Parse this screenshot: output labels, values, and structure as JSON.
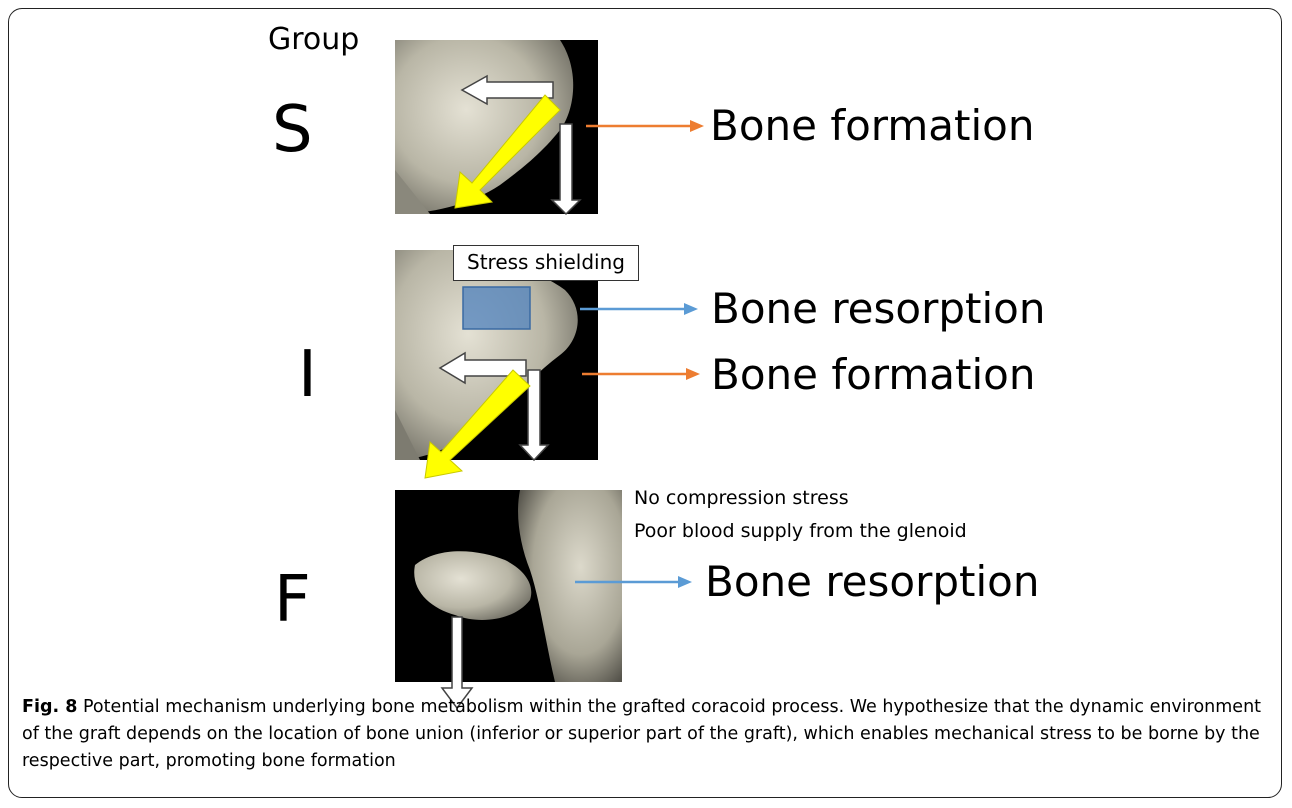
{
  "figure": {
    "group_header": "Group",
    "rows": [
      {
        "group": "S",
        "labels": [
          "Bone formation"
        ]
      },
      {
        "group": "I",
        "callout": "Stress shielding",
        "labels": [
          "Bone resorption",
          "Bone formation"
        ]
      },
      {
        "group": "F",
        "notes": [
          "No compression stress",
          "Poor blood supply from the glenoid"
        ],
        "labels": [
          "Bone resorption"
        ]
      }
    ],
    "colors": {
      "formation_arrow": "#ed7d31",
      "resorption_arrow": "#5b9bd5",
      "force_arrow": "#ffff00",
      "shield_box": "#4f81bd"
    }
  },
  "caption": {
    "label": "Fig. 8",
    "text": "Potential mechanism underlying bone metabolism within the grafted coracoid process. We hypothesize that the dynamic environment of the graft depends on the location of bone union (inferior or superior part of the graft), which enables mechanical stress to be borne by the respective part, promoting bone formation"
  }
}
